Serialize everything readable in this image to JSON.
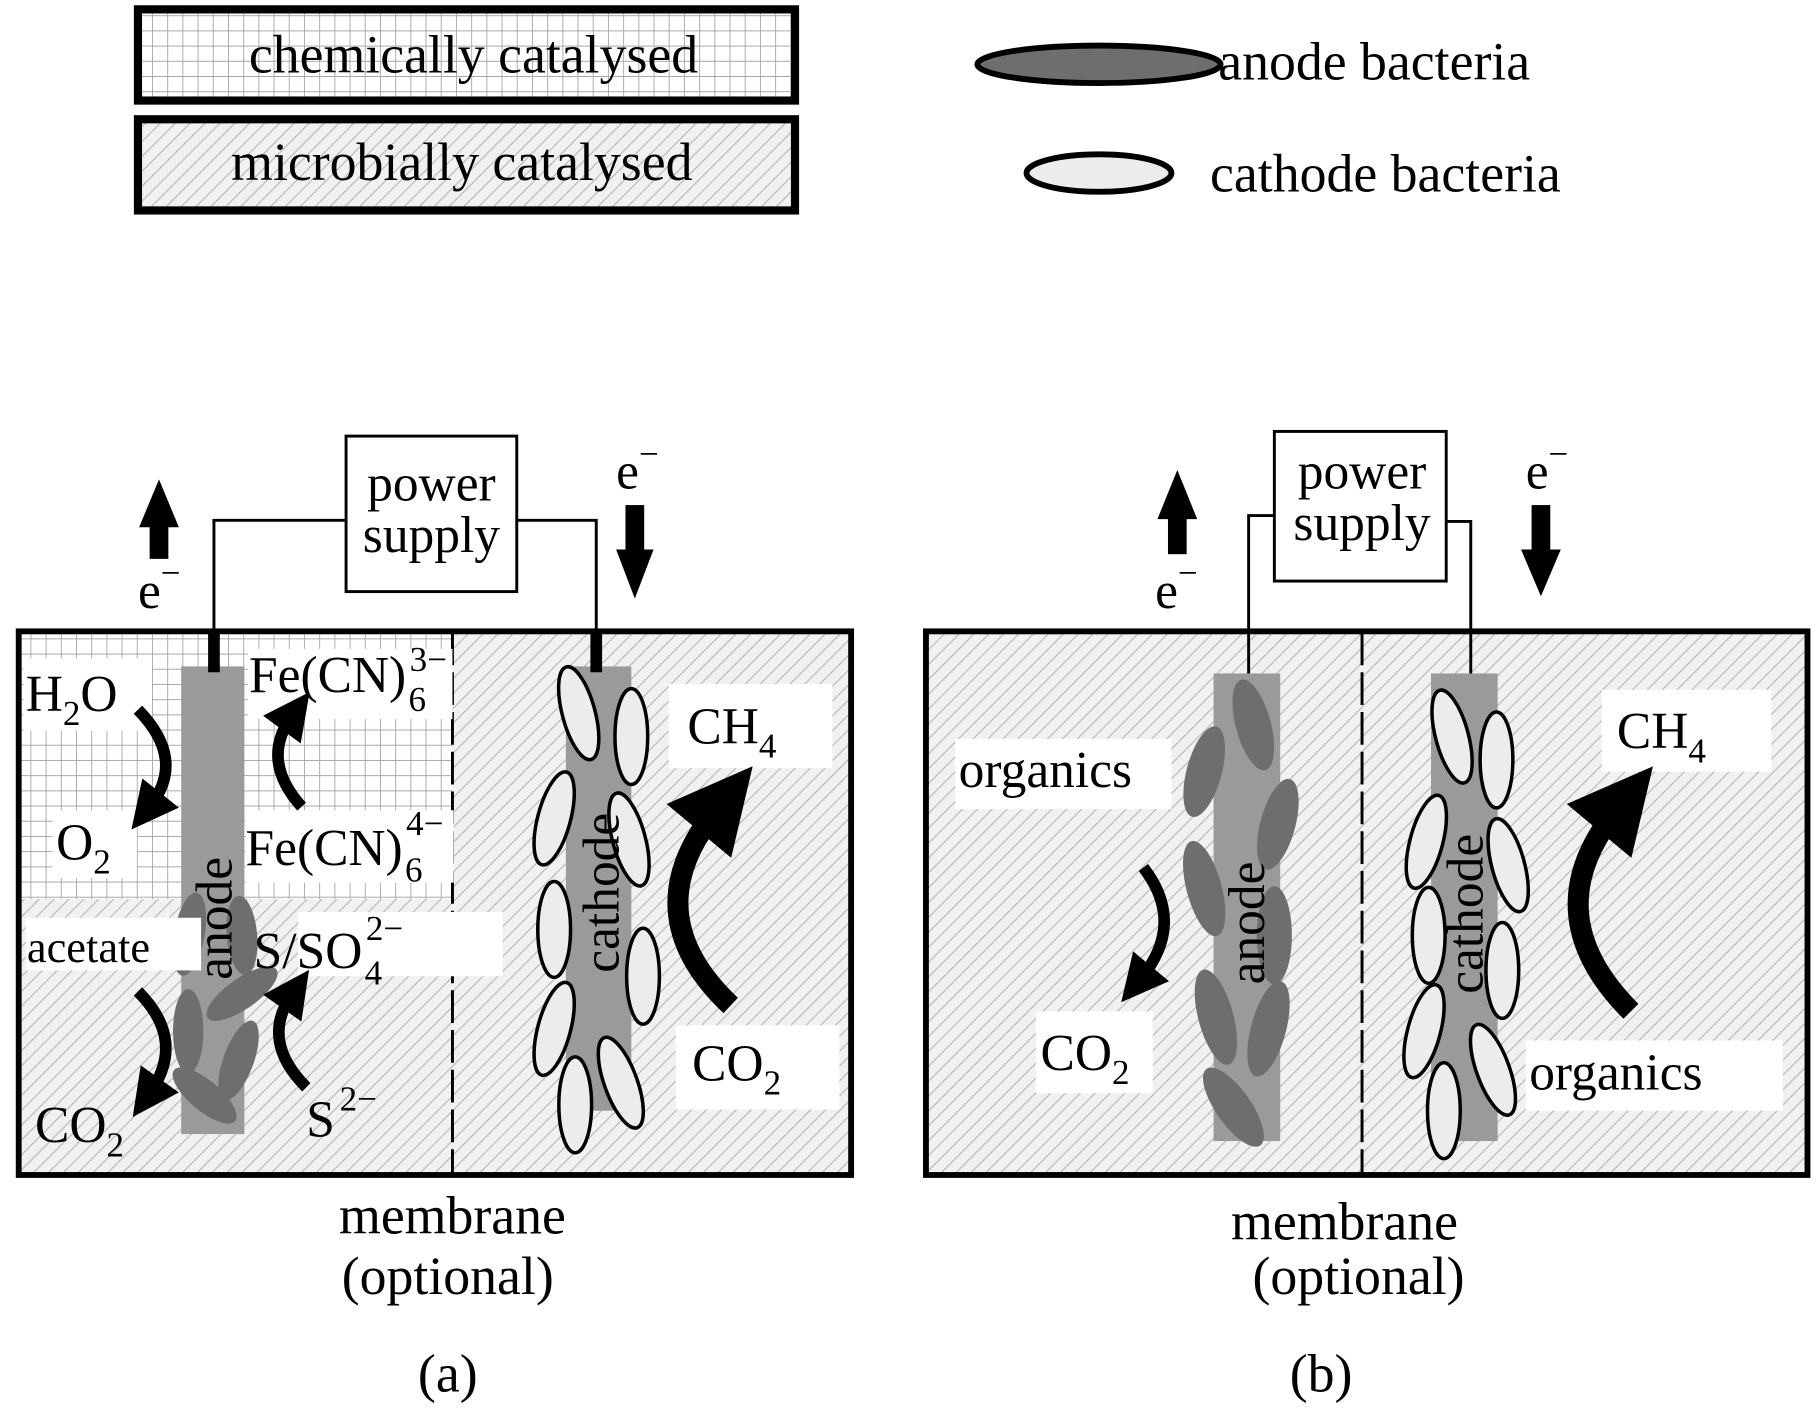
{
  "legend": {
    "chemically": "chemically catalysed",
    "microbially": "microbially catalysed",
    "anode_bacteria": "anode bacteria",
    "cathode_bacteria": "cathode bacteria"
  },
  "colors": {
    "anode_bacteria": "#6e6e6e",
    "cathode_bacteria": "#ececec",
    "electrode": "#9a9a9a",
    "outline": "#000000"
  },
  "panel_a": {
    "caption": "(a)",
    "power_supply": [
      "power",
      "supply"
    ],
    "electron": "e",
    "electron_charge": "−",
    "anode_label": "anode",
    "cathode_label": "cathode",
    "membrane": [
      "membrane",
      "(optional)"
    ],
    "species": {
      "h2o": {
        "main": "H",
        "sub": "2",
        "tail": "O"
      },
      "o2": {
        "main": "O",
        "sub": "2"
      },
      "fecn3": {
        "main": "Fe(CN)",
        "sub": "6",
        "sup": "3−"
      },
      "fecn4": {
        "main": "Fe(CN)",
        "sub": "6",
        "sup": "4−"
      },
      "acetate": "acetate",
      "co2_left": {
        "main": "CO",
        "sub": "2"
      },
      "sso4": {
        "main": "S/SO",
        "sub": "4",
        "sup": "2−"
      },
      "s2": {
        "main": "S",
        "sup": "2−"
      },
      "ch4": {
        "main": "CH",
        "sub": "4"
      },
      "co2_right": {
        "main": "CO",
        "sub": "2"
      }
    }
  },
  "panel_b": {
    "caption": "(b)",
    "power_supply": [
      "power",
      "supply"
    ],
    "electron": "e",
    "electron_charge": "−",
    "anode_label": "anode",
    "cathode_label": "cathode",
    "membrane": [
      "membrane",
      "(optional)"
    ],
    "species": {
      "organics_left": "organics",
      "co2": {
        "main": "CO",
        "sub": "2"
      },
      "ch4": {
        "main": "CH",
        "sub": "4"
      },
      "organics_right": "organics"
    }
  }
}
